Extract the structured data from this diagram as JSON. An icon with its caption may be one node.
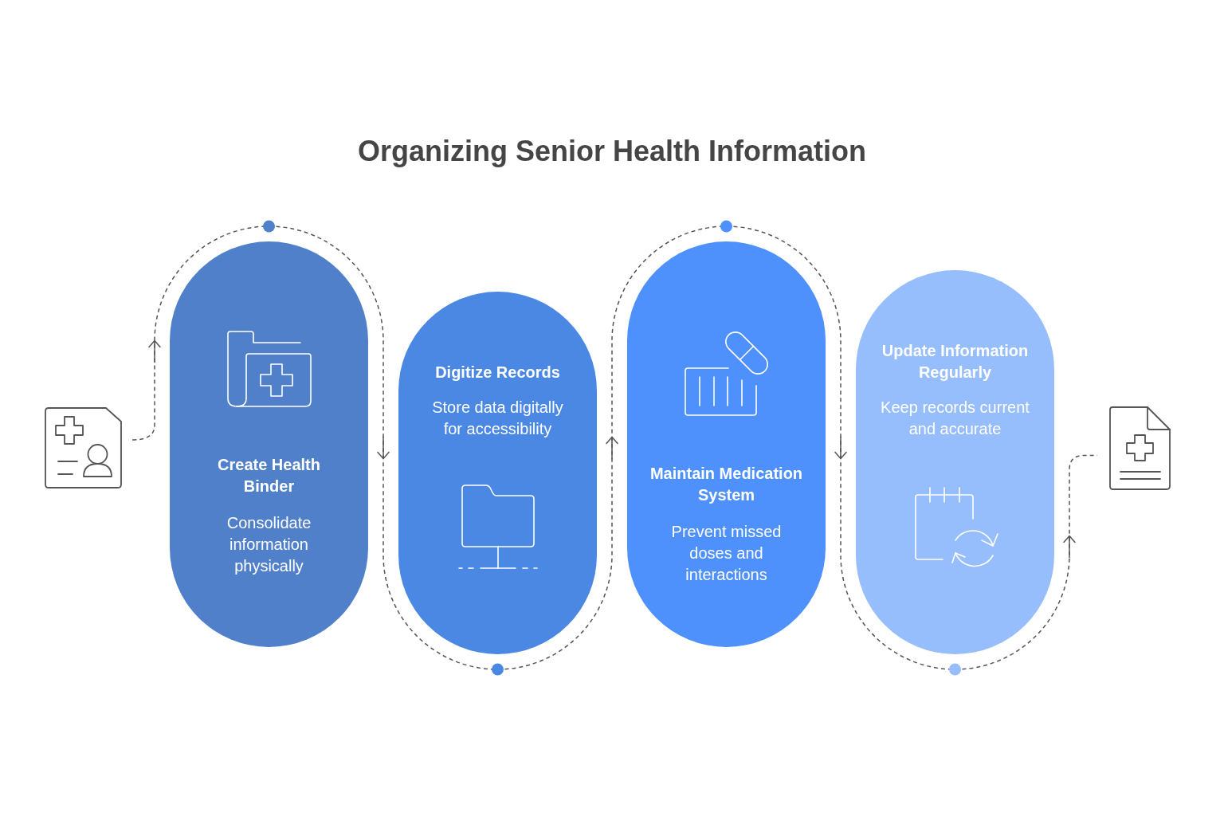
{
  "diagram": {
    "title": "Organizing Senior Health Information",
    "nodes": [
      {
        "text": [],
        "shape": "picture"
      },
      {
        "text": [
          "Create Health Binder",
          "Consolidate information physically"
        ]
      },
      {
        "text": [
          "Digitize Records",
          "Store data digitally for accessibility"
        ]
      },
      {
        "text": [
          "Maintain Medication System",
          "Prevent missed doses and interactions"
        ]
      },
      {
        "text": [
          "Update Information Regularly",
          "Keep records current and accurate"
        ]
      },
      {
        "text": [],
        "shape": "picture"
      }
    ],
    "edges": [
      {
        "from": 0,
        "to": 1,
        "arrow": "to",
        "style": "dashed"
      },
      {
        "from": 1,
        "to": 2,
        "arrow": "to",
        "style": "dashed"
      },
      {
        "from": 2,
        "to": 3,
        "arrow": "to",
        "style": "dashed"
      },
      {
        "from": 3,
        "to": 4,
        "arrow": "to",
        "style": "dashed"
      },
      {
        "from": 4,
        "to": 5,
        "arrow": "to",
        "style": "dashed"
      }
    ]
  }
}
